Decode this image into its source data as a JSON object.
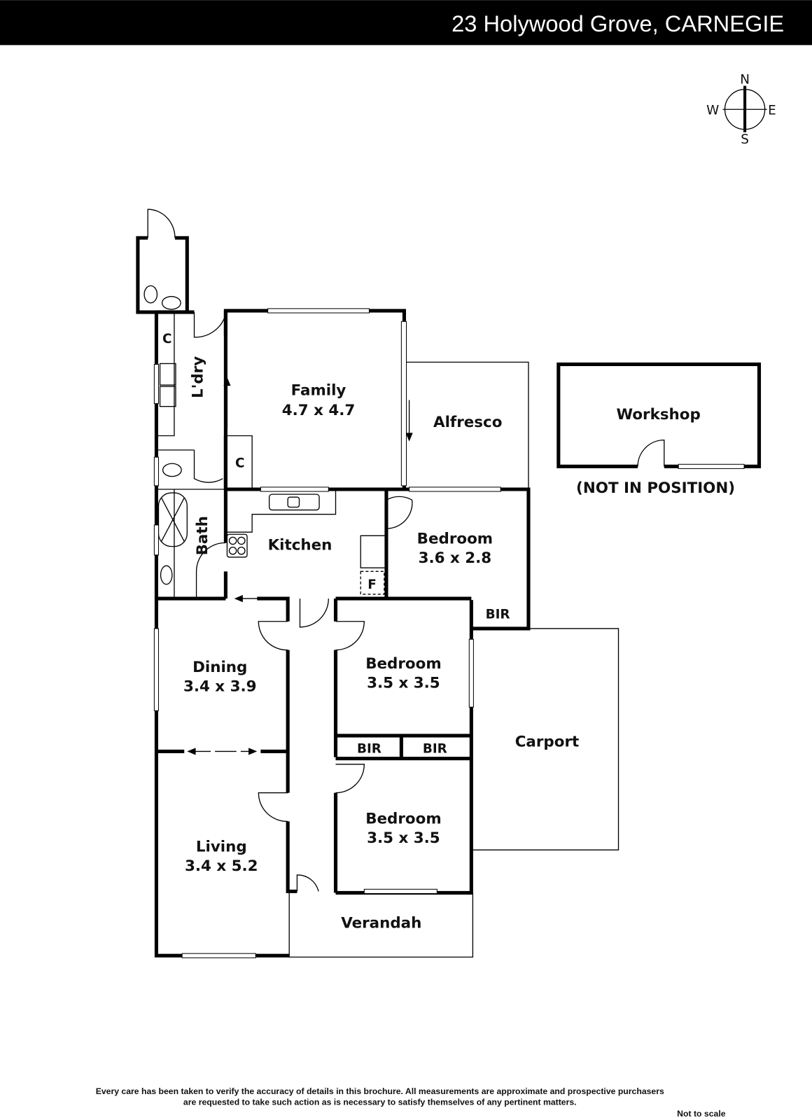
{
  "header": {
    "title": "23 Holywood Grove, CARNEGIE",
    "bg_color": "#000000",
    "text_color": "#ffffff"
  },
  "compass": {
    "n": "N",
    "e": "E",
    "s": "S",
    "w": "W"
  },
  "rooms": {
    "family": {
      "name": "Family",
      "size": "4.7 x 4.7"
    },
    "alfresco": {
      "name": "Alfresco"
    },
    "laundry": {
      "name": "L'dry"
    },
    "cupboard1": {
      "name": "C"
    },
    "cupboard2": {
      "name": "C"
    },
    "bath": {
      "name": "Bath"
    },
    "kitchen": {
      "name": "Kitchen"
    },
    "fridge": {
      "name": "F"
    },
    "bedroom1": {
      "name": "Bedroom",
      "size": "3.6 x 2.8"
    },
    "bir1": {
      "name": "BIR"
    },
    "dining": {
      "name": "Dining",
      "size": "3.4 x 3.9"
    },
    "bedroom2": {
      "name": "Bedroom",
      "size": "3.5 x 3.5"
    },
    "bir2": {
      "name": "BIR"
    },
    "bir3": {
      "name": "BIR"
    },
    "carport": {
      "name": "Carport"
    },
    "living": {
      "name": "Living",
      "size": "3.4 x 5.2"
    },
    "bedroom3": {
      "name": "Bedroom",
      "size": "3.5 x 3.5"
    },
    "verandah": {
      "name": "Verandah"
    },
    "workshop": {
      "name": "Workshop",
      "note": "(NOT IN POSITION)"
    }
  },
  "footer": {
    "disclaimer_line1": "Every care has been taken to verify the accuracy of details in this brochure.  All measurements are approximate and prospective purchasers",
    "disclaimer_line2": "are requested to take such action as is necessary to satisfy themselves of any pertinent matters.",
    "scale_note": "Not to scale"
  }
}
